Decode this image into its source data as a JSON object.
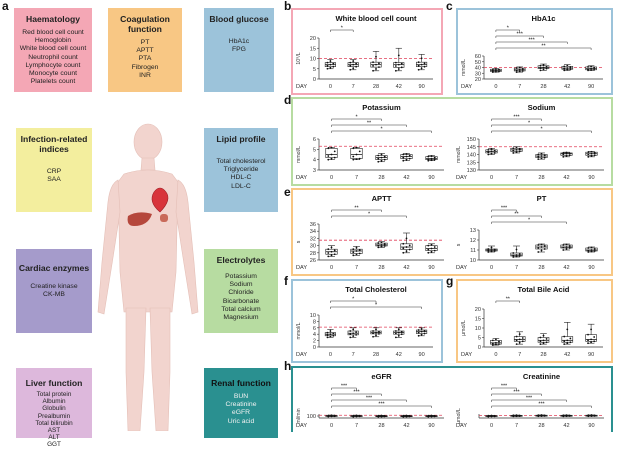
{
  "panel_letters": [
    "a",
    "b",
    "c",
    "d",
    "e",
    "f",
    "g",
    "h"
  ],
  "colors": {
    "pink": "#f4a7b5",
    "orange": "#f8c784",
    "blue": "#9cc3da",
    "yellow": "#f3ee9e",
    "green": "#b7dca1",
    "purple": "#a59bcb",
    "lavender": "#ddb8dc",
    "teal": "#2a9090",
    "refline": "#e0405a",
    "body": "#f2d4ce",
    "organ": "#d8343b"
  },
  "categories": [
    {
      "id": "haematology",
      "title": "Haematology",
      "items": [
        "Red blood cell count",
        "Hemoglobin",
        "White blood cell count",
        "Neutrophil count",
        "Lymphocyte count",
        "Monocyte count",
        "Platelets count"
      ],
      "color": "pink"
    },
    {
      "id": "coagulation",
      "title": "Coagulation function",
      "items": [
        "PT",
        "APTT",
        "PTA",
        "Fibrogen",
        "INR"
      ],
      "color": "orange"
    },
    {
      "id": "glucose",
      "title": "Blood glucose",
      "items": [
        "HbA1c",
        "FPG"
      ],
      "color": "blue"
    },
    {
      "id": "infection",
      "title": "Infection-related indices",
      "items": [
        "CRP",
        "SAA"
      ],
      "color": "yellow"
    },
    {
      "id": "lipid",
      "title": "Lipid profile",
      "items": [
        "Total cholesterol",
        "Triglyceride",
        "HDL-C",
        "LDL-C"
      ],
      "color": "blue"
    },
    {
      "id": "cardiac",
      "title": "Cardiac enzymes",
      "items": [
        "Creatine kinase",
        "CK-MB"
      ],
      "color": "purple"
    },
    {
      "id": "electrolytes",
      "title": "Electrolytes",
      "items": [
        "Potassium",
        "Sodium",
        "Chloride",
        "Bicarbonate",
        "Total calcium",
        "Magnesium"
      ],
      "color": "green"
    },
    {
      "id": "liver",
      "title": "Liver function",
      "items": [
        "Total protein",
        "Albumin",
        "Globulin",
        "Prealbumin",
        "Total bilirubin",
        "AST",
        "ALT",
        "GGT"
      ],
      "color": "lavender"
    },
    {
      "id": "renal",
      "title": "Renal function",
      "items": [
        "BUN",
        "Creatinine",
        "eGFR",
        "Uric acid"
      ],
      "color": "teal"
    }
  ],
  "days_label": "DAY",
  "chart_data": [
    {
      "id": "b",
      "type": "box",
      "title": "White blood cell count",
      "ylabel": "10⁹/L",
      "ylim": [
        0,
        20
      ],
      "yticks": [
        0,
        5,
        10,
        15,
        20
      ],
      "x": [
        0,
        7,
        28,
        42,
        90
      ],
      "refline": 10,
      "boxes": [
        {
          "min": 5,
          "q1": 6,
          "median": 7,
          "q3": 8,
          "max": 9.5
        },
        {
          "min": 4.5,
          "q1": 6,
          "median": 7,
          "q3": 8,
          "max": 9.5
        },
        {
          "min": 4,
          "q1": 5.8,
          "median": 7,
          "q3": 8.2,
          "max": 13.5
        },
        {
          "min": 4,
          "q1": 5.7,
          "median": 7,
          "q3": 8,
          "max": 15
        },
        {
          "min": 4.5,
          "q1": 6,
          "median": 7,
          "q3": 8.2,
          "max": 12
        }
      ],
      "sig": [
        {
          "from": 0,
          "to": 1,
          "label": "*"
        }
      ]
    },
    {
      "id": "c",
      "type": "box",
      "title": "HbA1c",
      "ylabel": "mmol/L",
      "ylim": [
        20,
        60
      ],
      "yticks": [
        20,
        30,
        40,
        50,
        60
      ],
      "x": [
        0,
        7,
        28,
        42,
        90
      ],
      "refline": 40,
      "boxes": [
        {
          "min": 32,
          "q1": 33,
          "median": 35,
          "q3": 37,
          "max": 38
        },
        {
          "min": 32,
          "q1": 34,
          "median": 36,
          "q3": 39,
          "max": 41
        },
        {
          "min": 35,
          "q1": 38,
          "median": 40,
          "q3": 43,
          "max": 46
        },
        {
          "min": 35,
          "q1": 37,
          "median": 39,
          "q3": 42,
          "max": 45
        },
        {
          "min": 35,
          "q1": 36,
          "median": 38,
          "q3": 41,
          "max": 43
        }
      ],
      "sig": [
        {
          "from": 0,
          "to": 1,
          "label": "*"
        },
        {
          "from": 0,
          "to": 2,
          "label": "***"
        },
        {
          "from": 0,
          "to": 3,
          "label": "***"
        },
        {
          "from": 0,
          "to": 4,
          "label": "**"
        }
      ]
    },
    {
      "id": "d1",
      "type": "box",
      "title": "Potassium",
      "ylabel": "mmol/L",
      "ylim": [
        3,
        6
      ],
      "yticks": [
        3,
        4,
        5,
        6
      ],
      "x": [
        0,
        7,
        28,
        42,
        90
      ],
      "refline": 5.3,
      "boxes": [
        {
          "min": 4,
          "q1": 4.2,
          "median": 4.5,
          "q3": 5.1,
          "max": 5.2
        },
        {
          "min": 4,
          "q1": 4.1,
          "median": 4.5,
          "q3": 5.1,
          "max": 5.2
        },
        {
          "min": 3.8,
          "q1": 4,
          "median": 4.2,
          "q3": 4.4,
          "max": 4.6
        },
        {
          "min": 3.9,
          "q1": 4.1,
          "median": 4.3,
          "q3": 4.5,
          "max": 4.6
        },
        {
          "min": 3.9,
          "q1": 4.0,
          "median": 4.1,
          "q3": 4.3,
          "max": 4.4
        }
      ],
      "sig": [
        {
          "from": 0,
          "to": 2,
          "label": "*"
        },
        {
          "from": 0,
          "to": 3,
          "label": "**"
        },
        {
          "from": 0,
          "to": 4,
          "label": "*"
        }
      ]
    },
    {
      "id": "d2",
      "type": "box",
      "title": "Sodium",
      "ylabel": "mmol/L",
      "ylim": [
        130,
        150
      ],
      "yticks": [
        130,
        135,
        140,
        145,
        150
      ],
      "x": [
        0,
        7,
        28,
        42,
        90
      ],
      "refline": 145,
      "boxes": [
        {
          "min": 140,
          "q1": 141,
          "median": 142,
          "q3": 143,
          "max": 144
        },
        {
          "min": 141,
          "q1": 142,
          "median": 143,
          "q3": 144,
          "max": 145
        },
        {
          "min": 137,
          "q1": 138,
          "median": 139,
          "q3": 140,
          "max": 141
        },
        {
          "min": 138.5,
          "q1": 139.5,
          "median": 140.5,
          "q3": 141,
          "max": 141.5
        },
        {
          "min": 138.5,
          "q1": 139.5,
          "median": 140.5,
          "q3": 141.5,
          "max": 142
        }
      ],
      "sig": [
        {
          "from": 0,
          "to": 2,
          "label": "***"
        },
        {
          "from": 0,
          "to": 3,
          "label": "*"
        },
        {
          "from": 0,
          "to": 4,
          "label": "*"
        }
      ]
    },
    {
      "id": "e1",
      "type": "box",
      "title": "APTT",
      "ylabel": "s",
      "ylim": [
        26,
        36
      ],
      "yticks": [
        26,
        28,
        30,
        32,
        34,
        36
      ],
      "x": [
        0,
        7,
        28,
        42,
        90
      ],
      "refline": 31.5,
      "boxes": [
        {
          "min": 27,
          "q1": 27.6,
          "median": 28.3,
          "q3": 29,
          "max": 30
        },
        {
          "min": 27.3,
          "q1": 27.8,
          "median": 28.5,
          "q3": 29,
          "max": 29.8
        },
        {
          "min": 29.5,
          "q1": 29.9,
          "median": 30.2,
          "q3": 30.7,
          "max": 31.1
        },
        {
          "min": 28,
          "q1": 28.9,
          "median": 29.6,
          "q3": 30.5,
          "max": 33.5
        },
        {
          "min": 28,
          "q1": 28.6,
          "median": 29.2,
          "q3": 30,
          "max": 30.5
        }
      ],
      "sig": [
        {
          "from": 0,
          "to": 2,
          "label": "**"
        },
        {
          "from": 0,
          "to": 3,
          "label": "*"
        }
      ]
    },
    {
      "id": "e2",
      "type": "box",
      "title": "PT",
      "ylabel": "s",
      "ylim": [
        10,
        13
      ],
      "yticks": [
        10,
        11,
        12,
        13
      ],
      "x": [
        0,
        7,
        28,
        42,
        90
      ],
      "refline": null,
      "boxes": [
        {
          "min": 10.8,
          "q1": 10.9,
          "median": 11.0,
          "q3": 11.1,
          "max": 11.4
        },
        {
          "min": 10.3,
          "q1": 10.4,
          "median": 10.5,
          "q3": 10.7,
          "max": 11.4
        },
        {
          "min": 10.8,
          "q1": 11.1,
          "median": 11.3,
          "q3": 11.5,
          "max": 11.6
        },
        {
          "min": 11.0,
          "q1": 11.2,
          "median": 11.3,
          "q3": 11.5,
          "max": 11.6
        },
        {
          "min": 10.8,
          "q1": 10.9,
          "median": 11.0,
          "q3": 11.2,
          "max": 11.3
        }
      ],
      "sig": [
        {
          "from": 0,
          "to": 1,
          "label": "***"
        },
        {
          "from": 0,
          "to": 2,
          "label": "**"
        },
        {
          "from": 0,
          "to": 3,
          "label": "*"
        }
      ]
    },
    {
      "id": "f",
      "type": "box",
      "title": "Total Cholesterol",
      "ylabel": "mmol/L",
      "ylim": [
        0,
        10
      ],
      "yticks": [
        0,
        2,
        4,
        6,
        8,
        10
      ],
      "x": [
        0,
        7,
        28,
        42,
        90
      ],
      "refline": 6.2,
      "boxes": [
        {
          "min": 3,
          "q1": 3.5,
          "median": 4,
          "q3": 4.5,
          "max": 5.5
        },
        {
          "min": 3,
          "q1": 3.8,
          "median": 4.3,
          "q3": 5,
          "max": 6
        },
        {
          "min": 3.2,
          "q1": 4.1,
          "median": 4.5,
          "q3": 5,
          "max": 6
        },
        {
          "min": 3,
          "q1": 4,
          "median": 4.5,
          "q3": 5,
          "max": 6
        },
        {
          "min": 3.5,
          "q1": 4.2,
          "median": 4.8,
          "q3": 5.3,
          "max": 6
        }
      ],
      "sig": [
        {
          "from": 0,
          "to": 2,
          "label": "*"
        },
        {
          "from": 0,
          "to": 4,
          "label": "*"
        }
      ]
    },
    {
      "id": "g",
      "type": "box",
      "title": "Total Bile Acid",
      "ylabel": "μmol/L",
      "ylim": [
        0,
        20
      ],
      "yticks": [
        0,
        5,
        10,
        15,
        20
      ],
      "x": [
        0,
        7,
        28,
        42,
        90
      ],
      "refline": null,
      "boxes": [
        {
          "min": 1,
          "q1": 1.5,
          "median": 2.2,
          "q3": 3.5,
          "max": 4.5
        },
        {
          "min": 1.5,
          "q1": 3,
          "median": 4,
          "q3": 5.5,
          "max": 8
        },
        {
          "min": 1.5,
          "q1": 2.5,
          "median": 3.5,
          "q3": 5,
          "max": 7
        },
        {
          "min": 1.5,
          "q1": 2.5,
          "median": 3.5,
          "q3": 5.5,
          "max": 13
        },
        {
          "min": 2,
          "q1": 3,
          "median": 4,
          "q3": 6.5,
          "max": 12
        }
      ],
      "sig": [
        {
          "from": 0,
          "to": 1,
          "label": "**"
        }
      ]
    },
    {
      "id": "h1",
      "type": "box",
      "title": "eGFR",
      "ylabel": "ml/min",
      "ylim": [
        60,
        140
      ],
      "yticks": [
        100
      ],
      "x": [
        0,
        7,
        28,
        42,
        90
      ],
      "refline": 115,
      "boxes": [
        {
          "min": 88,
          "q1": 96,
          "median": 102,
          "q3": 110,
          "max": 118
        },
        {
          "min": 86,
          "q1": 94,
          "median": 100,
          "q3": 108,
          "max": 116
        },
        {
          "min": 84,
          "q1": 92,
          "median": 98,
          "q3": 106,
          "max": 114
        },
        {
          "min": 84,
          "q1": 92,
          "median": 98,
          "q3": 106,
          "max": 114
        },
        {
          "min": 85,
          "q1": 93,
          "median": 99,
          "q3": 107,
          "max": 114
        }
      ],
      "sig": [
        {
          "from": 0,
          "to": 1,
          "label": "***"
        },
        {
          "from": 0,
          "to": 2,
          "label": "***"
        },
        {
          "from": 0,
          "to": 3,
          "label": "***"
        },
        {
          "from": 0,
          "to": 4,
          "label": "***"
        }
      ]
    },
    {
      "id": "h2",
      "type": "box",
      "title": "Creatinine",
      "ylabel": "μmol/L",
      "ylim": [
        40,
        100
      ],
      "yticks": [],
      "x": [
        0,
        7,
        28,
        42,
        90
      ],
      "refline": 78,
      "boxes": [
        {
          "min": 60,
          "q1": 65,
          "median": 70,
          "q3": 76,
          "max": 80
        },
        {
          "min": 64,
          "q1": 69,
          "median": 74,
          "q3": 80,
          "max": 84
        },
        {
          "min": 66,
          "q1": 71,
          "median": 76,
          "q3": 82,
          "max": 86
        },
        {
          "min": 65,
          "q1": 70,
          "median": 75,
          "q3": 81,
          "max": 85
        },
        {
          "min": 66,
          "q1": 71,
          "median": 76,
          "q3": 82,
          "max": 86
        }
      ],
      "sig": [
        {
          "from": 0,
          "to": 1,
          "label": "***"
        },
        {
          "from": 0,
          "to": 2,
          "label": "***"
        },
        {
          "from": 0,
          "to": 3,
          "label": "***"
        },
        {
          "from": 0,
          "to": 4,
          "label": "***"
        }
      ]
    }
  ]
}
